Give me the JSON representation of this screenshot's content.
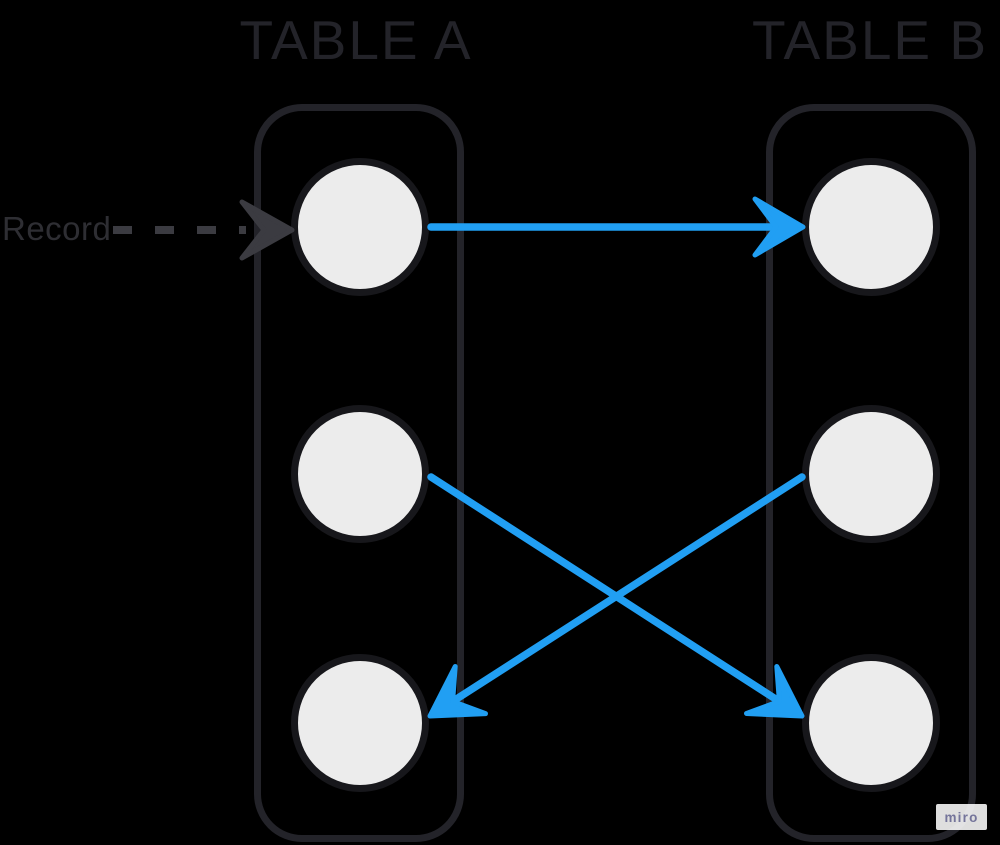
{
  "titles": {
    "table_a": "TABLE A",
    "table_b": "TABLE B"
  },
  "record": {
    "label": "Record"
  },
  "watermark": {
    "label": "miro"
  },
  "colors": {
    "background": "#000000",
    "title_text": "#232329",
    "container_border": "#232329",
    "node_fill": "#ececec",
    "node_border": "#17171b",
    "edge_blue": "#219ff3",
    "record_text": "#2e2e33",
    "record_arrow": "#3b3b41",
    "watermark_text": "#74749a"
  },
  "diagram": {
    "type": "record-mapping",
    "description": "Blue arrows map records from one table to records in the other; a dashed annotation labels the first circle as a Record.",
    "tables": [
      {
        "id": "A",
        "label": "TABLE A",
        "nodes": [
          "A1",
          "A2",
          "A3"
        ]
      },
      {
        "id": "B",
        "label": "TABLE B",
        "nodes": [
          "B1",
          "B2",
          "B3"
        ]
      }
    ],
    "edges": [
      {
        "from": "A1",
        "to": "B1",
        "style": "solid-blue-arrow"
      },
      {
        "from": "A2",
        "to": "B3",
        "style": "solid-blue-arrow"
      },
      {
        "from": "B2",
        "to": "A3",
        "style": "solid-blue-arrow"
      }
    ],
    "annotation": {
      "label": "Record",
      "points_to": "A1",
      "style": "dashed-dark-arrow"
    }
  }
}
